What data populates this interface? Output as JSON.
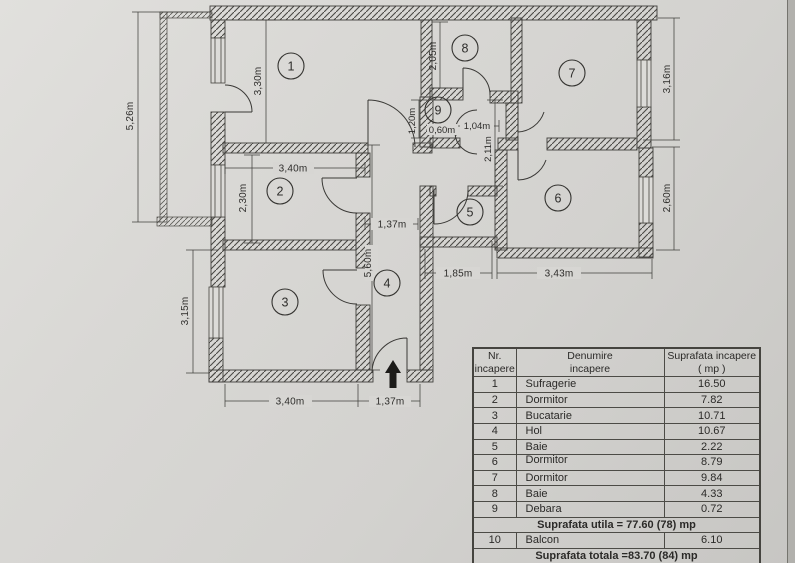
{
  "colors": {
    "paper": "#d7d6d3",
    "ink": "#3a3936",
    "table_border": "#4c4b46"
  },
  "plan": {
    "rooms": [
      "1",
      "2",
      "3",
      "4",
      "5",
      "6",
      "7",
      "8",
      "9"
    ],
    "dims": {
      "balcony_height": "5,26m",
      "room1_height": "3,30m",
      "room2_width": "3,40m",
      "room2_height": "2,30m",
      "room3_height": "3,15m",
      "room3_width": "3,40m",
      "entry_width": "1,37m",
      "hall_length": "5,60m",
      "hall_width": "1,37m",
      "room8_height": "2,05m",
      "room9_height": "1,20m",
      "room9_width": "0,60m",
      "corridor_width": "1,04m",
      "corridor_height": "2,11m",
      "room5_width": "1,85m",
      "room6_width": "3,43m",
      "room6_height": "2,60m",
      "room7_height": "3,16m"
    },
    "entrance_arrow": "up"
  },
  "table": {
    "headers": [
      "Nr.\nincapere",
      "Denumire\nincapere",
      "Suprafata incapere\n( mp )"
    ],
    "rows": [
      {
        "nr": "1",
        "name": "Sufragerie",
        "area": "16.50"
      },
      {
        "nr": "2",
        "name": "Dormitor",
        "area": "7.82"
      },
      {
        "nr": "3",
        "name": "Bucatarie",
        "area": "10.71"
      },
      {
        "nr": "4",
        "name": "Hol",
        "area": "10.67"
      },
      {
        "nr": "5",
        "name": "Baie",
        "area": "2.22"
      },
      {
        "nr": "6",
        "name": "Dormitor",
        "area": "8.79"
      },
      {
        "nr": "7",
        "name": "Dormitor",
        "area": "9.84"
      },
      {
        "nr": "8",
        "name": "Baie",
        "area": "4.33"
      },
      {
        "nr": "9",
        "name": "Debara",
        "area": "0.72"
      }
    ],
    "subtotal": "Suprafata utila = 77.60 (78) mp",
    "balcony_row": {
      "nr": "10",
      "name": "Balcon",
      "area": "6.10"
    },
    "total": "Suprafata totala =83.70 (84) mp"
  }
}
